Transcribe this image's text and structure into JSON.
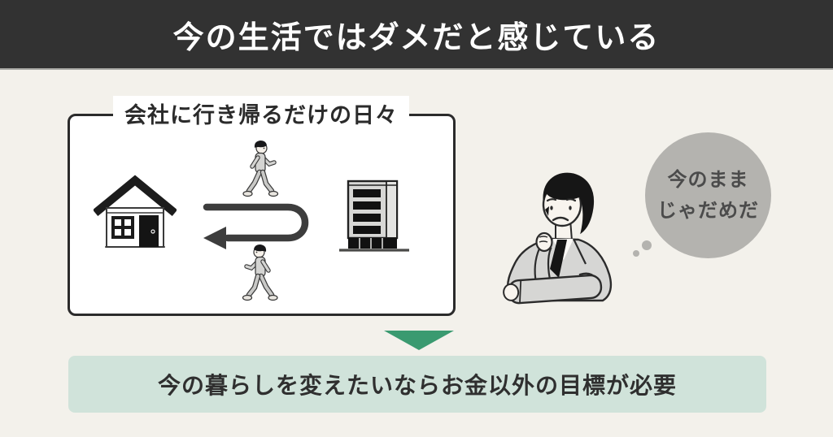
{
  "header": {
    "title": "今の生活ではダメだと感じている"
  },
  "routine_box": {
    "label": "会社に行き帰るだけの日々",
    "icons": [
      "house-icon",
      "walking-person-to-office-icon",
      "u-turn-arrow-icon",
      "walking-person-to-home-icon",
      "office-building-icon"
    ]
  },
  "thinker": {
    "illustration": "thinking-businessman-icon",
    "thought_bubble": {
      "line1": "今のまま",
      "line2": "じゃだめだ"
    }
  },
  "conclusion": {
    "arrow_icon": "down-triangle-icon",
    "text": "今の暮らしを変えたいならお金以外の目標が必要"
  },
  "colors": {
    "header_bg": "#323232",
    "page_bg": "#f3f1eb",
    "box_border": "#2b2b2b",
    "arrow_ink": "#3d3d3d",
    "accent_green": "#3a9a70",
    "banner_bg": "#d0e3da",
    "bubble_gray": "#b4b3af",
    "text_ink": "#2f2f2f"
  }
}
